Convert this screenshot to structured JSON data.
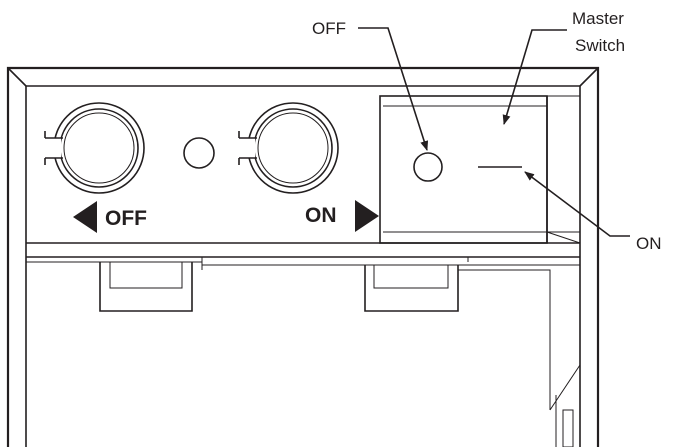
{
  "callouts": {
    "off": "OFF",
    "master_line1": "Master",
    "master_line2": "Switch",
    "on": "ON"
  },
  "panel": {
    "off_label": "OFF",
    "on_label": "ON"
  },
  "colors": {
    "ink": "#231f20",
    "background": "#ffffff"
  }
}
